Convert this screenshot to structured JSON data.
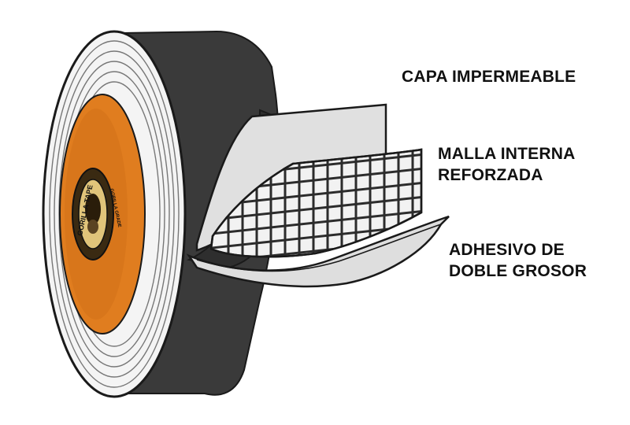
{
  "labels": {
    "waterproof_layer": {
      "line1": "CAPA IMPERMEABLE"
    },
    "reinforced_mesh": {
      "line1": "MALLA INTERNA",
      "line2": "REFORZADA"
    },
    "adhesive": {
      "line1": "ADHESIVO DE",
      "line2": "DOBLE GROSOR"
    }
  },
  "core_brand": {
    "logo_text": "GORILLA TAPE",
    "ring_text": "GORILLA GRADE"
  },
  "colors": {
    "tape_black": "#3a3a3a",
    "core_orange": "#e07d1f",
    "layer_grey": "#e0e0e0",
    "mesh_grid": "#2c2c2c",
    "outline": "#1a1a1a"
  }
}
